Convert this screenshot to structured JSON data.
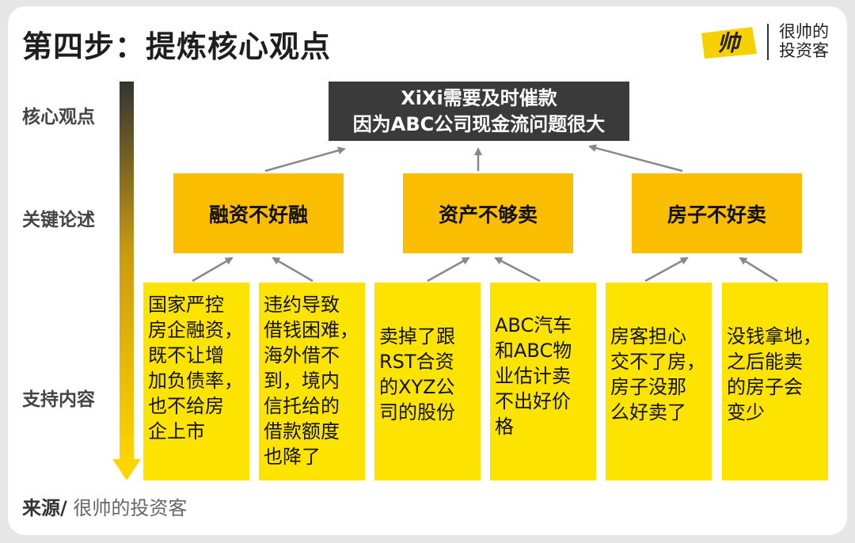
{
  "title": "第四步：提炼核心观点",
  "brand": {
    "logo_text": "帅",
    "line1": "很帅的",
    "line2": "投资客"
  },
  "levels": {
    "core": "核心观点",
    "arguments": "关键论述",
    "support": "支持内容"
  },
  "core_point": {
    "line1": "XiXi需要及时催款",
    "line2": "因为ABC公司现金流问题很大"
  },
  "arguments": [
    "融资不好融",
    "资产不够卖",
    "房子不好卖"
  ],
  "supports": [
    "国家严控\n房企融资，\n既不让增\n加负债率，\n也不给房\n企上市",
    "违约导致\n借钱困难，\n海外借不\n到，境内\n信托给的\n借款额度\n也降了",
    "卖掉了跟\nRST合资\n的XYZ公\n司的股份",
    "ABC汽车\n和ABC物\n业估计卖\n不出好价\n格",
    "房客担心\n交不了房，\n房子没那\n么好卖了",
    "没钱拿地，\n之后能卖\n的房子会\n变少"
  ],
  "source": {
    "label": "来源/",
    "name": "很帅的投资客"
  },
  "colors": {
    "core_bg": "#3a3a3a",
    "argument_bg": "#fbbd00",
    "support_bg": "#fde400",
    "arrow": "#888888"
  }
}
